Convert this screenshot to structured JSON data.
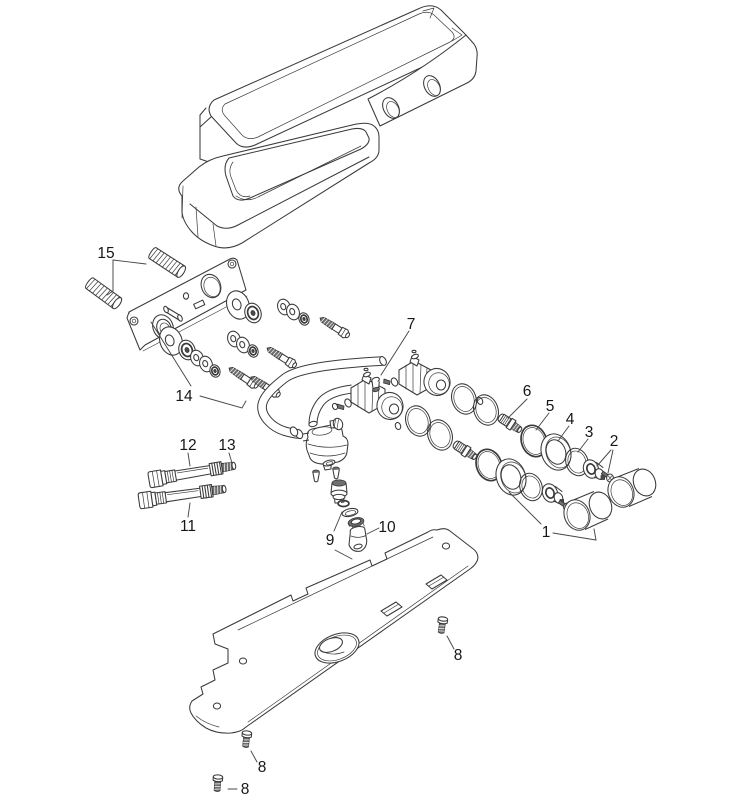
{
  "figure": {
    "type": "exploded-parts-diagram",
    "background": "#ffffff",
    "line_color": "#3a3a3a",
    "label_color": "#161616"
  },
  "callouts": [
    {
      "text": "15",
      "part": "threaded-studs"
    },
    {
      "text": "14",
      "part": "fixing-set-washers-nuts-screws"
    },
    {
      "text": "7",
      "part": "valve-units"
    },
    {
      "text": "6",
      "part": "spindle"
    },
    {
      "text": "5",
      "part": "o-ring"
    },
    {
      "text": "4",
      "part": "sleeve"
    },
    {
      "text": "3",
      "part": "trim-ring"
    },
    {
      "text": "2",
      "part": "handle-adapter-with-screw"
    },
    {
      "text": "1",
      "part": "handle-set"
    },
    {
      "text": "12",
      "part": "connection-hose-upper"
    },
    {
      "text": "13",
      "part": "hose-fitting"
    },
    {
      "text": "11",
      "part": "connection-hose-lower"
    },
    {
      "text": "9",
      "part": "outlet-seal-set"
    },
    {
      "text": "10",
      "part": "outlet-nozzle"
    },
    {
      "text": "8",
      "part": "screw-right"
    },
    {
      "text": "8",
      "part": "screw-bottom-middle"
    },
    {
      "text": "8",
      "part": "screw-bottom-left"
    }
  ]
}
